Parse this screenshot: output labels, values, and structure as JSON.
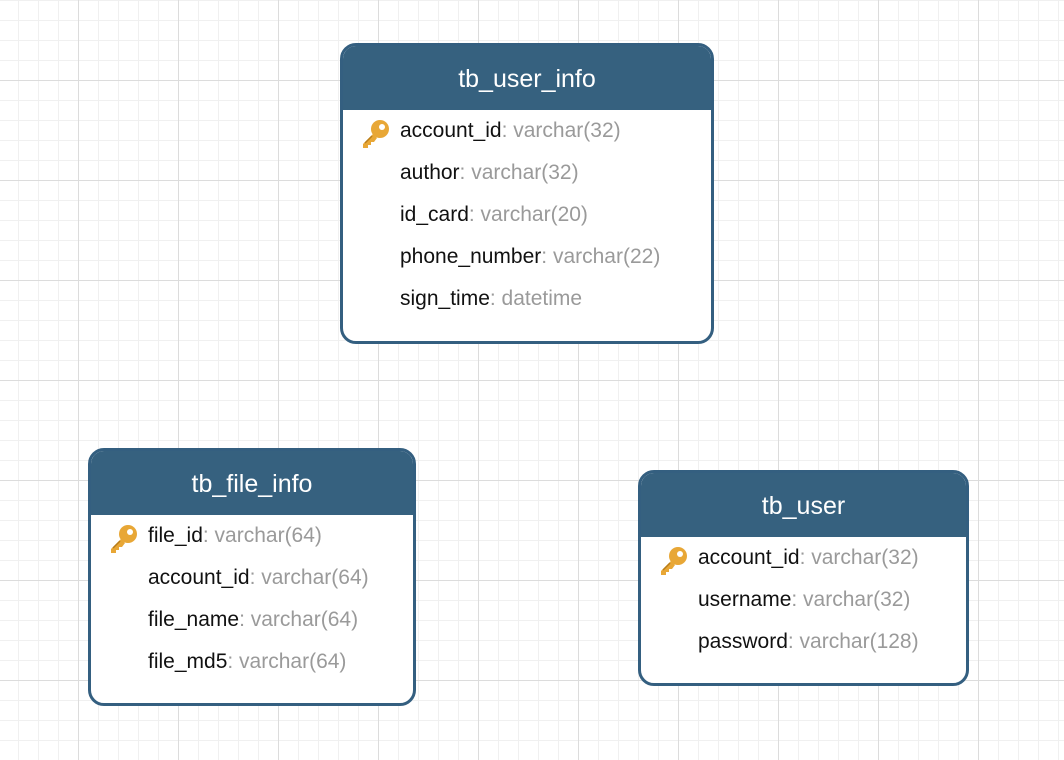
{
  "entities": [
    {
      "id": "tb_user_info",
      "title": "tb_user_info",
      "fields": [
        {
          "name": "account_id",
          "type": ": varchar(32)",
          "primary_key": true
        },
        {
          "name": "author",
          "type": ": varchar(32)",
          "primary_key": false
        },
        {
          "name": "id_card",
          "type": ": varchar(20)",
          "primary_key": false
        },
        {
          "name": "phone_number",
          "type": ": varchar(22)",
          "primary_key": false
        },
        {
          "name": "sign_time",
          "type": ": datetime",
          "primary_key": false
        }
      ]
    },
    {
      "id": "tb_file_info",
      "title": "tb_file_info",
      "fields": [
        {
          "name": "file_id",
          "type": ": varchar(64)",
          "primary_key": true
        },
        {
          "name": "account_id",
          "type": ": varchar(64)",
          "primary_key": false
        },
        {
          "name": "file_name",
          "type": ": varchar(64)",
          "primary_key": false
        },
        {
          "name": "file_md5",
          "type": ": varchar(64)",
          "primary_key": false
        }
      ]
    },
    {
      "id": "tb_user",
      "title": "tb_user",
      "fields": [
        {
          "name": "account_id",
          "type": ": varchar(32)",
          "primary_key": true
        },
        {
          "name": "username",
          "type": ": varchar(32)",
          "primary_key": false
        },
        {
          "name": "password",
          "type": ": varchar(128)",
          "primary_key": false
        }
      ]
    }
  ],
  "colors": {
    "header": "#36617f",
    "border": "#345f80",
    "field_name": "#111111",
    "field_type": "#9a9a9a",
    "key_icon": "#e8a736"
  },
  "icons": {
    "primary_key": "key-icon"
  }
}
